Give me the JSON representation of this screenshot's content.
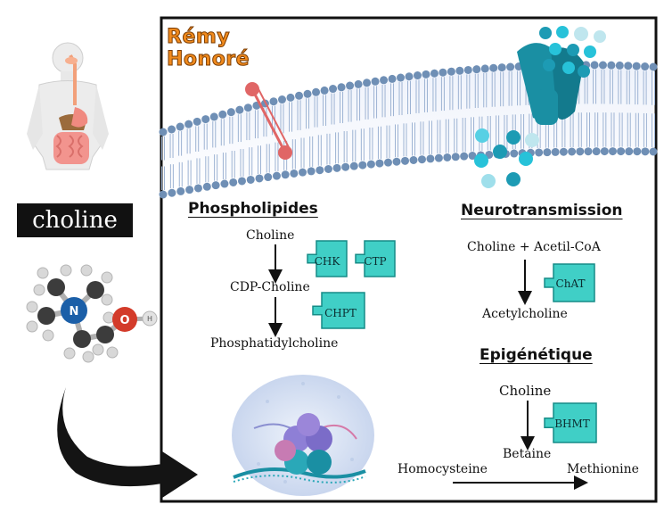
{
  "author": {
    "line1": "Rémy",
    "line2": "Honoré"
  },
  "molecule": {
    "label": "choline",
    "nitrogen": "N",
    "oxygen": "O",
    "hydrogen": "H"
  },
  "phospholipids": {
    "heading": "Phospholipides",
    "steps": [
      "Choline",
      "CDP-Choline",
      "Phosphatidylcholine"
    ],
    "enzymes": [
      "CHK",
      "CTP",
      "CHPT"
    ]
  },
  "neurotransmission": {
    "heading": "Neurotransmission",
    "substrate": "Choline + Acetil-CoA",
    "product": "Acetylcholine",
    "enzyme": "ChAT"
  },
  "epigenetics": {
    "heading": "Epigénétique",
    "substrate": "Choline",
    "product": "Betaine",
    "enzyme": "BHMT",
    "methyl_acceptor": "Homocysteine",
    "methyl_product": "Methionine"
  },
  "colors": {
    "enzyme_fill": "#40cfc6",
    "enzyme_stroke": "#168c87",
    "membrane_head": "#6f8fb5",
    "channel": "#1a8fa3",
    "author": "#f08a1d"
  }
}
